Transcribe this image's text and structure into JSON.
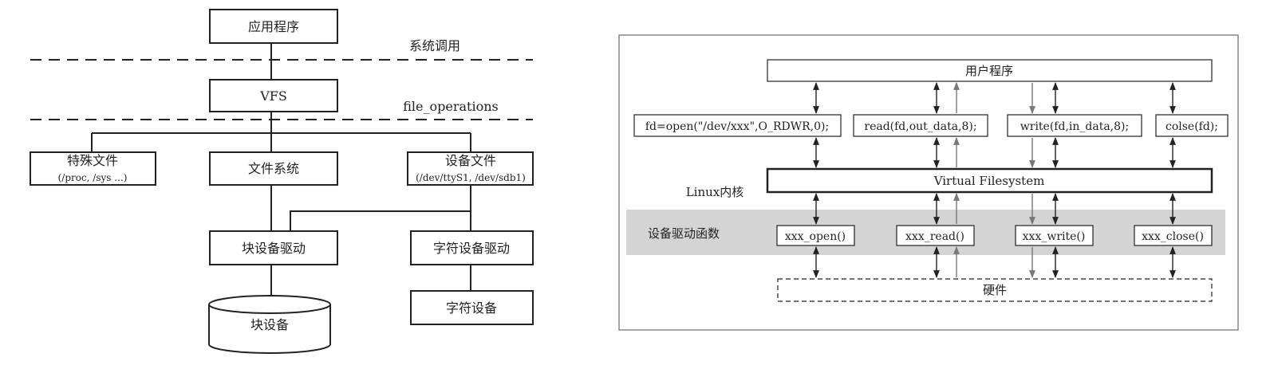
{
  "left_diagram": {
    "app": "应用程序",
    "syscall_label": "系统调用",
    "vfs": "VFS",
    "fileops_label": "file_operations",
    "special_file": "特殊文件",
    "special_file_sub": "(/proc, /sys ...)",
    "filesystem": "文件系统",
    "device_file": "设备文件",
    "device_file_sub": "(/dev/ttyS1, /dev/sdb1)",
    "block_driver": "块设备驱动",
    "char_driver": "字符设备驱动",
    "block_device": "块设备",
    "char_device": "字符设备"
  },
  "right_diagram": {
    "user_program": "用户程序",
    "calls": [
      "fd=open(\"/dev/xxx\",O_RDWR,0);",
      "read(fd,out_data,8);",
      "write(fd,in_data,8);",
      "colse(fd);"
    ],
    "kernel_label": "Linux内核",
    "vfs": "Virtual Filesystem",
    "driver_label": "设备驱动函数",
    "driver_funcs": [
      "xxx_open()",
      "xxx_read()",
      "xxx_write()",
      "xxx_close()"
    ],
    "hardware": "硬件"
  }
}
